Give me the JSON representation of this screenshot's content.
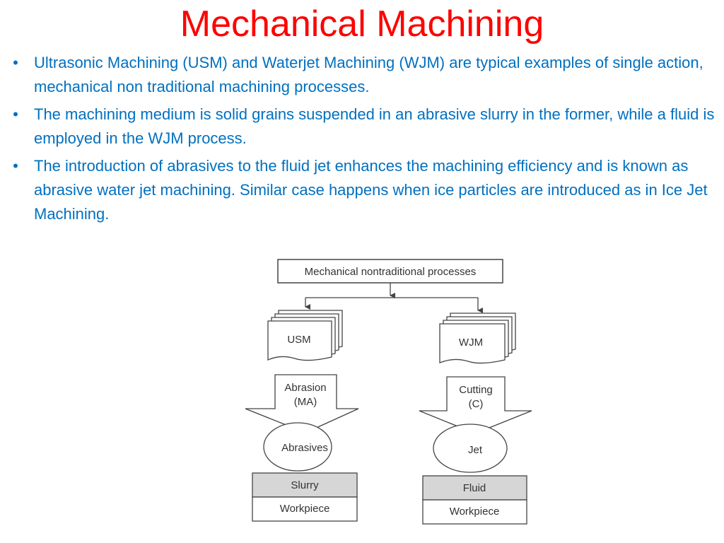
{
  "title": "Mechanical Machining",
  "bullets": [
    "Ultrasonic Machining (USM) and Waterjet Machining (WJM) are typical examples of single action, mechanical non traditional machining processes.",
    "The machining medium is solid grains suspended in an abrasive slurry in the former, while a fluid is employed in the WJM process.",
    "The introduction of abrasives to the fluid jet enhances the machining efficiency and is known as abrasive water jet machining. Similar case happens when ice particles are introduced as in Ice Jet Machining."
  ],
  "bullet_symbol": "•",
  "colors": {
    "title": "#ff0000",
    "body_text": "#0070c0",
    "diagram_line": "#444444",
    "medium_fill": "#d6d6d6"
  },
  "diagram": {
    "root": "Mechanical nontraditional processes",
    "left": {
      "process": "USM",
      "action_line1": "Abrasion",
      "action_line2": "(MA)",
      "agent": "Abrasives",
      "medium": "Slurry",
      "workpiece": "Workpiece"
    },
    "right": {
      "process": "WJM",
      "action_line1": "Cutting",
      "action_line2": "(C)",
      "agent": "Jet",
      "medium": "Fluid",
      "workpiece": "Workpiece"
    }
  }
}
